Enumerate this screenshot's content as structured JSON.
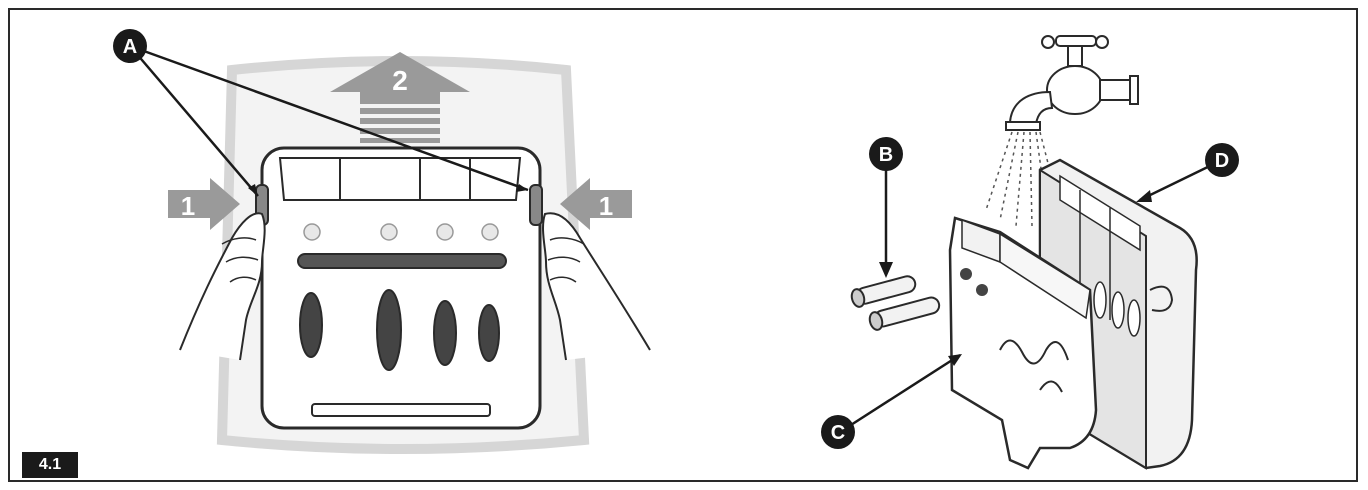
{
  "figure_label": "4.1",
  "steps": {
    "press_left": "1",
    "press_right": "1",
    "lift": "2"
  },
  "callouts": {
    "a": "A",
    "b": "B",
    "c": "C",
    "d": "D"
  },
  "colors": {
    "callout_fill": "#1a1a1a",
    "arrow_grey": "#9a9a9a",
    "outline": "#2a2a2a",
    "light_grey": "#e4e4e4"
  }
}
